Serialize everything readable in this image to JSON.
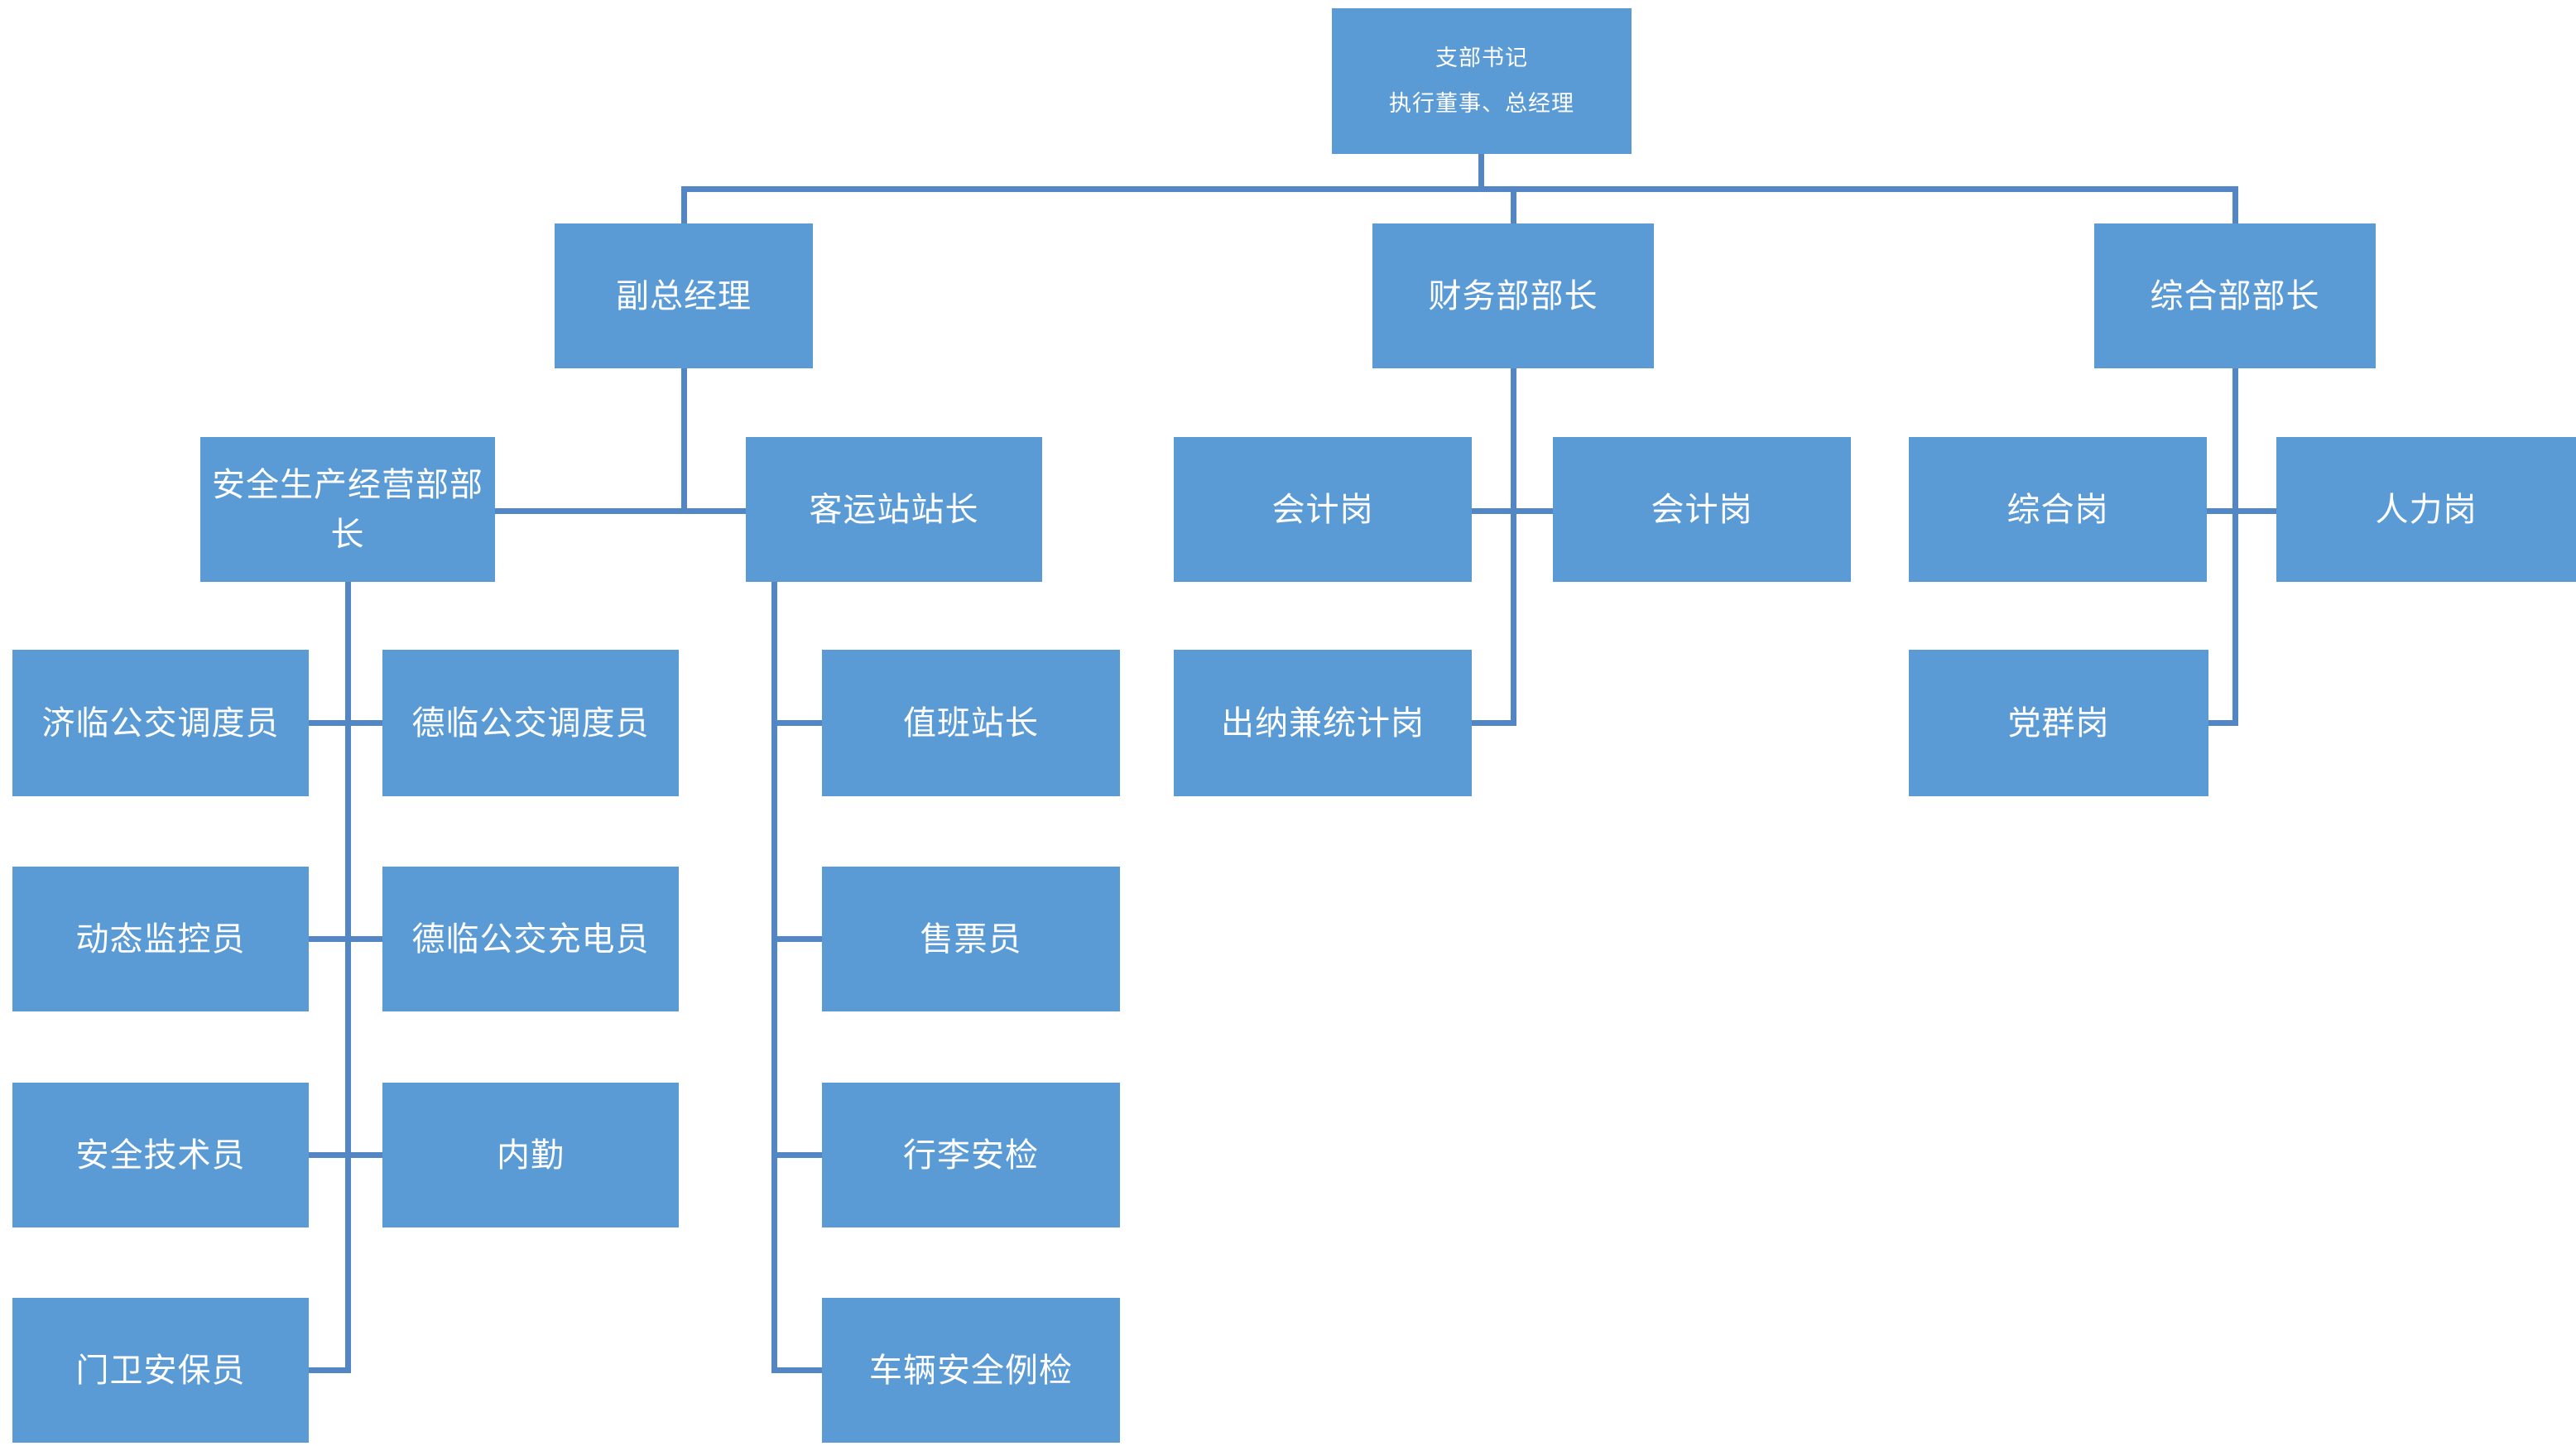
{
  "diagram_type": "org-chart",
  "palette": {
    "background": "#ffffff",
    "box_fill": "#5b9bd5",
    "box_text": "#ffffff",
    "line": "#5286c5"
  },
  "nodes": {
    "root": {
      "label": "支部书记",
      "sublabel": "执行董事、总经理"
    },
    "vice_gm": {
      "label": "副总经理"
    },
    "finance_head": {
      "label": "财务部部长"
    },
    "general_head": {
      "label": "综合部部长"
    },
    "safety_head": {
      "label": "安全生产经营部部长"
    },
    "station_head": {
      "label": "客运站站长"
    },
    "acct_1": {
      "label": "会计岗"
    },
    "acct_2": {
      "label": "会计岗"
    },
    "zonghe": {
      "label": "综合岗"
    },
    "renli": {
      "label": "人力岗"
    },
    "jilin_dispatcher": {
      "label": "济临公交调度员"
    },
    "delin_dispatcher": {
      "label": "德临公交调度员"
    },
    "duty_station_head": {
      "label": "值班站长"
    },
    "cashier_stat": {
      "label": "出纳兼统计岗"
    },
    "party_group": {
      "label": "党群岗"
    },
    "dynamic_monitor": {
      "label": "动态监控员"
    },
    "delin_charger": {
      "label": "德临公交充电员"
    },
    "ticket_seller": {
      "label": "售票员"
    },
    "safety_tech": {
      "label": "安全技术员"
    },
    "office_clerk": {
      "label": "内勤"
    },
    "luggage_check": {
      "label": "行李安检"
    },
    "guard": {
      "label": "门卫安保员"
    },
    "vehicle_check": {
      "label": "车辆安全例检"
    }
  },
  "hierarchy": {
    "支部书记 执行董事、总经理": {
      "副总经理": {
        "安全生产经营部部长": [
          "济临公交调度员",
          "德临公交调度员",
          "动态监控员",
          "德临公交充电员",
          "安全技术员",
          "内勤",
          "门卫安保员"
        ],
        "客运站站长": [
          "值班站长",
          "售票员",
          "行李安检",
          "车辆安全例检"
        ]
      },
      "财务部部长": [
        "会计岗",
        "会计岗",
        "出纳兼统计岗"
      ],
      "综合部部长": [
        "综合岗",
        "人力岗",
        "党群岗"
      ]
    }
  }
}
